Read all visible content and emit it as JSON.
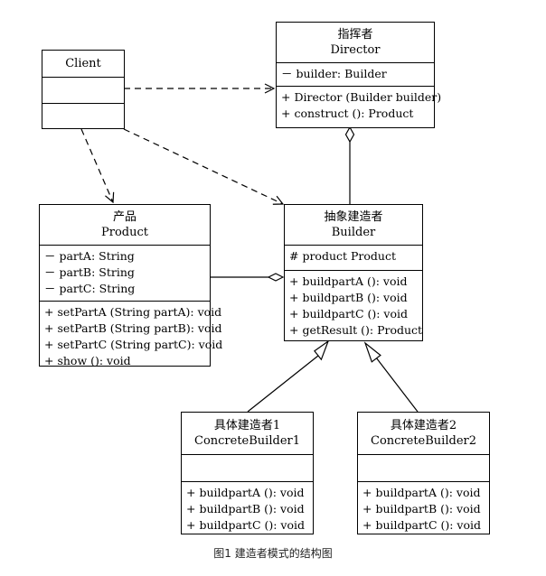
{
  "classes": {
    "client": {
      "name": "Client"
    },
    "director": {
      "name_cn": "指挥者",
      "name": "Director",
      "attributes": [
        "－ builder: Builder"
      ],
      "methods": [
        "+ Director (Builder builder)",
        "+ construct (): Product"
      ]
    },
    "product": {
      "name_cn": "产品",
      "name": "Product",
      "attributes": [
        "－ partA: String",
        "－ partB: String",
        "－ partC: String"
      ],
      "methods": [
        "+ setPartA (String partA): void",
        "+ setPartB (String partB): void",
        "+ setPartC (String partC): void",
        "+ show (): void"
      ]
    },
    "builder": {
      "name_cn": "抽象建造者",
      "name": "Builder",
      "attributes": [
        "# product Product"
      ],
      "methods": [
        "+ buildpartA (): void",
        "+ buildpartB (): void",
        "+ buildpartC (): void",
        "+ getResult (): Product"
      ]
    },
    "concrete1": {
      "name_cn": "具体建造者1",
      "name": "ConcreteBuilder1",
      "methods": [
        "+ buildpartA (): void",
        "+ buildpartB (): void",
        "+ buildpartC (): void"
      ]
    },
    "concrete2": {
      "name_cn": "具体建造者2",
      "name": "ConcreteBuilder2",
      "methods": [
        "+ buildpartA (): void",
        "+ buildpartB (): void",
        "+ buildpartC (): void"
      ]
    }
  },
  "caption": "图1 建造者模式的结构图"
}
